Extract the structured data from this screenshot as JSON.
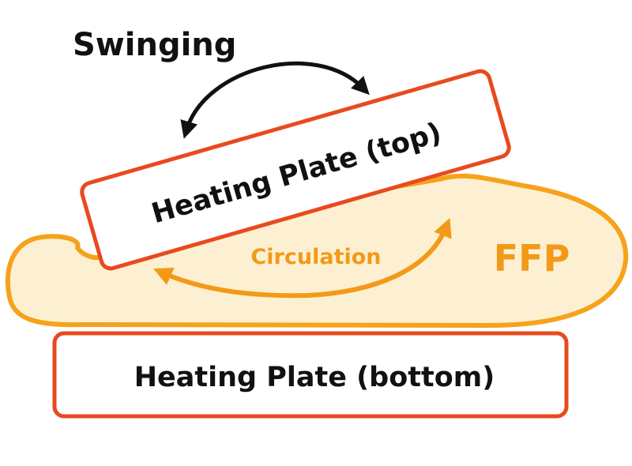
{
  "labels": {
    "swinging": "Swinging",
    "top_plate": "Heating Plate (top)",
    "bottom_plate": "Heating Plate (bottom)",
    "circulation": "Circulation",
    "ffp": "FFP"
  },
  "colors": {
    "plate_border": "#e84a1e",
    "plate_fill": "#ffffff",
    "ffp_outline": "#f6a21b",
    "ffp_fill": "#fdf0d2",
    "orange_text": "#f29a18",
    "black": "#111111"
  }
}
